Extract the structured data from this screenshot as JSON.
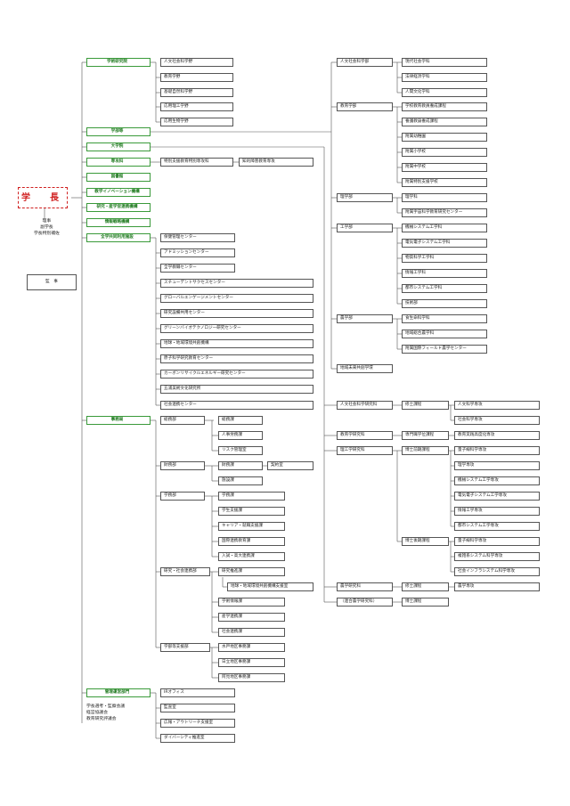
{
  "president": "学　長",
  "officers": [
    "理事",
    "副学長",
    "学長特別補佐"
  ],
  "auditor": "監　事",
  "green": {
    "gakujutsu": "学術研究院",
    "gakubu": "学部等",
    "daigakuin": "大学院",
    "senkoka": "専攻科",
    "toshokan": "図書館",
    "kyoiku_inno": "教学イノベーション機構",
    "sangaku": "研究・産学官連携機構",
    "joho": "情報戦略機構",
    "kyodo": "全学共同利用施設",
    "jimukyoku": "事務局",
    "keiei": "管理運営部門"
  },
  "research_fields": [
    "人文社会科学野",
    "教育学野",
    "基礎自然科学野",
    "応用理工学野",
    "応用生物学野"
  ],
  "senkoka_items": [
    "特別支援教育特別専攻科",
    "知的障害教育専攻"
  ],
  "shared_facilities": [
    "保健管理センター",
    "アドミッションセンター",
    "全学教職センター",
    "スチューデントサクセスセンター",
    "グローバルエンゲージメントセンター",
    "研究設備共用センター",
    "グリーンバイオテクノロジー研究センター",
    "地球・地域環境共創機構",
    "原子科学研究教育センター",
    "カーボンリサイクルエネルギー研究センター",
    "五浦美術文化研究所",
    "社会連携センター"
  ],
  "faculties": {
    "jinbun": "人文社会科学部",
    "jinbun_depts": [
      "現代社会学科",
      "法律経済学科",
      "人間文化学科"
    ],
    "kyoiku": "教育学部",
    "kyoiku_depts": [
      "学校教育教員養成課程",
      "養護教諭養成課程"
    ],
    "fuzoku": [
      "附属幼稚園",
      "附属小学校",
      "附属中学校",
      "附属特別支援学校"
    ],
    "rigaku": "理学部",
    "rigaku_depts": [
      "理学科",
      "附属宇宙科学教育研究センター"
    ],
    "kogaku": "工学部",
    "kogaku_depts": [
      "機械システム工学科",
      "電気電子システム工学科",
      "物質科学工学科",
      "情報工学科",
      "都市システム工学科",
      "技術部"
    ],
    "nogaku": "農学部",
    "nogaku_depts": [
      "食生命科学科",
      "地域総合農学科",
      "附属国際フィールド農学センター"
    ],
    "chiiki": "地域未来共創学環"
  },
  "jimu": {
    "somu": "総務部",
    "somu_ka": [
      "総務課",
      "人事労務課",
      "リスク管理室"
    ],
    "zaimu": "財務部",
    "zaimu_ka": [
      "財務課",
      "契約室",
      "施設課"
    ],
    "gakumu": "学務部",
    "gakumu_ka": [
      "学務課",
      "学生支援課",
      "キャリア・就職支援課",
      "国際連携教育課",
      "入試・高大連携課"
    ],
    "kenkyu": "研究・社会連携部",
    "kenkyu_ka": [
      "研究推進課",
      "地球・地域環境共創機構支援室",
      "学術情報課",
      "産学連携課",
      "社会連携課"
    ],
    "shien": "学部等支援部",
    "shien_ka": [
      "水戸地区事務課",
      "日立地区事務課",
      "阿見地区事務課"
    ]
  },
  "grad": {
    "jinsha": "人文社会科学研究科",
    "shushi": "修士課程",
    "jinsha_senko": [
      "人文科学専攻",
      "社会科学専攻"
    ],
    "kyoiku": "教育学研究科",
    "senmon": "専門職学位課程",
    "kyoiku_senko": "教育実践高度化専攻",
    "riko": "理工学研究科",
    "zenki": "博士前期課程",
    "riko_zenki": [
      "量子線科学専攻",
      "理学専攻",
      "機械システム工学専攻",
      "電気電子システム工学専攻",
      "情報工学専攻",
      "都市システム工学専攻"
    ],
    "koki": "博士後期課程",
    "riko_koki": [
      "量子線科学専攻",
      "複雑系システム科学専攻",
      "社会インフラシステム科学専攻"
    ],
    "nogaku": "農学研究科",
    "nogaku_senko": "農学専攻",
    "rengo": "（連合農学研究科）",
    "hakase": "博士課程"
  },
  "keiei_items": [
    "IRオフィス",
    "監査室",
    "広報・アウトリーチ支援室",
    "ダイバーシティ推進室"
  ],
  "councils": [
    "学長選考・監察会議",
    "経営協議会",
    "教育研究評議会"
  ]
}
